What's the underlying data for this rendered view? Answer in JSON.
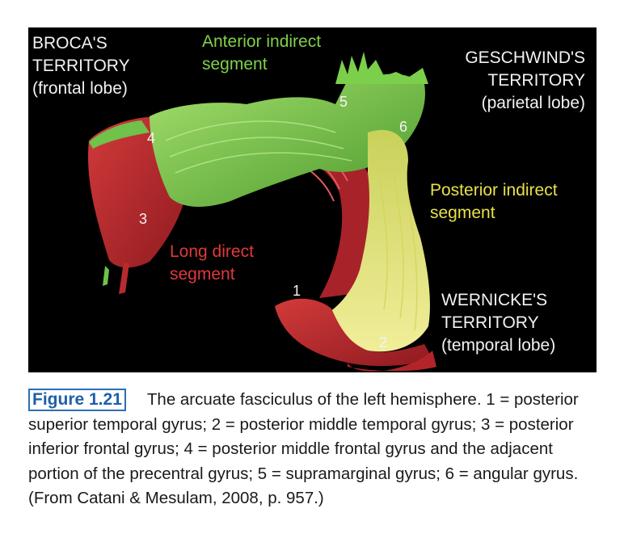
{
  "labels": {
    "broca": [
      "BROCA'S",
      "TERRITORY",
      "(frontal lobe)"
    ],
    "anterior": [
      "Anterior indirect",
      "segment"
    ],
    "geschwind": [
      "GESCHWIND'S",
      "TERRITORY",
      "(parietal lobe)"
    ],
    "posterior": [
      "Posterior indirect",
      "segment"
    ],
    "long_direct": [
      "Long direct",
      "segment"
    ],
    "wernicke": [
      "WERNICKE'S",
      "TERRITORY",
      "(temporal lobe)"
    ]
  },
  "markers": [
    "1",
    "2",
    "3",
    "4",
    "5",
    "6"
  ],
  "colors": {
    "red": "#b3242a",
    "green": "#7ccf4b",
    "yellow": "#e3e06a",
    "background": "#000000",
    "figure_accent": "#2a6fb8"
  },
  "caption": {
    "figure_number": "Figure 1.21",
    "text": "The arcuate fasciculus of the left hemisphere. 1 = posterior superior temporal gyrus; 2 = posterior middle temporal gyrus; 3 = posterior inferior frontal gyrus; 4 = posterior middle frontal gyrus and the adjacent portion of the precentral gyrus; 5 = supramarginal gyrus; 6 = angular gyrus. (From Catani & Mesulam, 2008, p. 957.)"
  }
}
